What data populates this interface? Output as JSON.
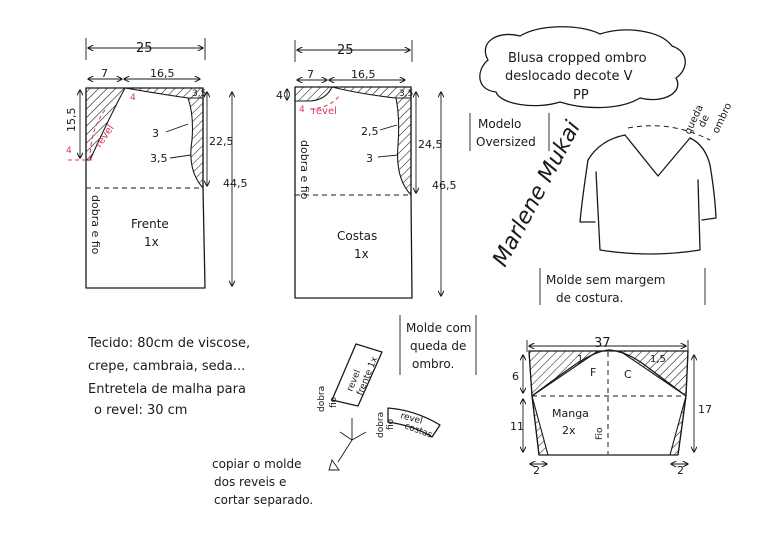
{
  "title": {
    "line1": "Blusa cropped ombro",
    "line2": "deslocado decote V",
    "line3": "PP"
  },
  "model_note": {
    "line1": "Modelo",
    "line2": "Oversized"
  },
  "signature": "Marlene Mukai",
  "shoulder_label": {
    "line1": "queda",
    "line2": "de",
    "line3": "ombro"
  },
  "molde_note": {
    "line1": "Molde sem margem",
    "line2": "de costura."
  },
  "frente": {
    "name": "Frente",
    "qty": "1x",
    "fold": "dobra e fio",
    "width": "25",
    "neck_w": "7",
    "shoulder_w": "16,5",
    "neck_depth": "15,5",
    "drop": "3,5",
    "armhole_h": "22,5",
    "total_h": "44,5",
    "curve1": "3",
    "curve2": "3,5",
    "facing": "revel",
    "facing_w": "4",
    "facing_v": "4"
  },
  "costas": {
    "name": "Costas",
    "qty": "1x",
    "fold": "dobra e fio",
    "width": "25",
    "neck_w": "7",
    "shoulder_w": "16,5",
    "neck_depth": "4",
    "drop": "3,5",
    "armhole_h": "24,5",
    "total_h": "46,5",
    "curve1": "2,5",
    "curve2": "3",
    "facing": "revel",
    "facing_w": "4"
  },
  "fabric": {
    "line1": "Tecido: 80cm de viscose,",
    "line2": "crepe, cambraia, seda...",
    "line3": "Entretela de malha para",
    "line4": "o revel: 30 cm"
  },
  "facings": {
    "front_fold": "dobra",
    "front_grain": "fio",
    "front_label1": "revel",
    "front_label2": "frente 1x",
    "back_fold": "dobra",
    "back_grain": "fio",
    "back_label1": "revel",
    "back_label2": "costas"
  },
  "copy_note": {
    "line1": "copiar o molde",
    "line2": "dos reveis e",
    "line3": "cortar separado."
  },
  "queda_note": {
    "line1": "Molde com",
    "line2": "queda de",
    "line3": "ombro."
  },
  "manga": {
    "name": "Manga",
    "qty": "2x",
    "grain": "Fio",
    "width": "37",
    "cap_h": "6",
    "lower_h": "11",
    "total_h": "17",
    "left_seg": "1",
    "right_seg": "1,5",
    "front_mark": "F",
    "back_mark": "C",
    "hem_left": "2",
    "hem_right": "2"
  }
}
